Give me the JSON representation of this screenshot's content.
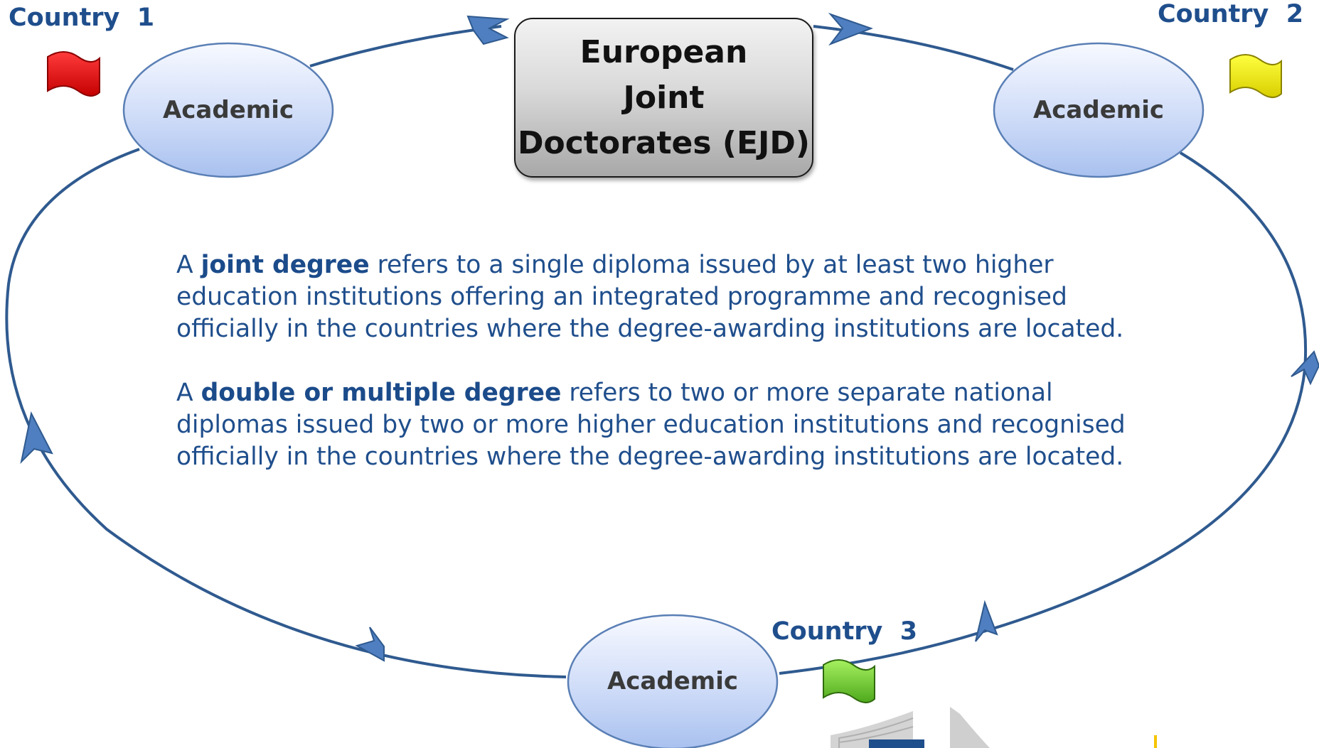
{
  "colors": {
    "primary_text": "#1f4e8c",
    "loop_line": "#2f5a8f",
    "arrow_fill": "#4f7fc0",
    "ellipse_fill_top": "#f7f9ff",
    "ellipse_fill_bottom": "#a9c1ef",
    "ellipse_stroke": "#5a7fb5",
    "box_fill": "#d9d9d9",
    "flag_red": "#ee1111",
    "flag_yellow": "#ffff00",
    "flag_green": "#7fd93a",
    "logo_blue": "#1f4e8c",
    "logo_grey": "#c8c8c8",
    "logo_gold": "#f5c400"
  },
  "center_box": {
    "title_lines": [
      "European",
      "Joint",
      "Doctorates (EJD)"
    ]
  },
  "nodes": [
    {
      "id": "academic-1",
      "label": "Academic",
      "country_label": "Country  1",
      "flag": "red-flag-icon"
    },
    {
      "id": "academic-2",
      "label": "Academic",
      "country_label": "Country  2",
      "flag": "yellow-flag-icon"
    },
    {
      "id": "academic-3",
      "label": "Academic",
      "country_label": "Country  3",
      "flag": "green-flag-icon"
    }
  ],
  "definitions": {
    "joint": {
      "prefix": "A ",
      "term": "joint degree",
      "body": " refers to a single diploma issued by at least two higher education institutions offering an integrated programme and recognised officially in the countries where the degree-awarding institutions are located."
    },
    "double": {
      "prefix": "A ",
      "term": "double or multiple degree",
      "body": " refers to two or more separate national diplomas issued by two or more higher education institutions and recognised officially in the countries where the degree-awarding institutions are located."
    }
  },
  "icons": {
    "arrows": [
      "arrowhead-icon",
      "arrowhead-icon",
      "arrowhead-icon",
      "arrowhead-icon",
      "arrowhead-icon",
      "arrowhead-icon"
    ],
    "logo": "institution-logo-icon"
  }
}
